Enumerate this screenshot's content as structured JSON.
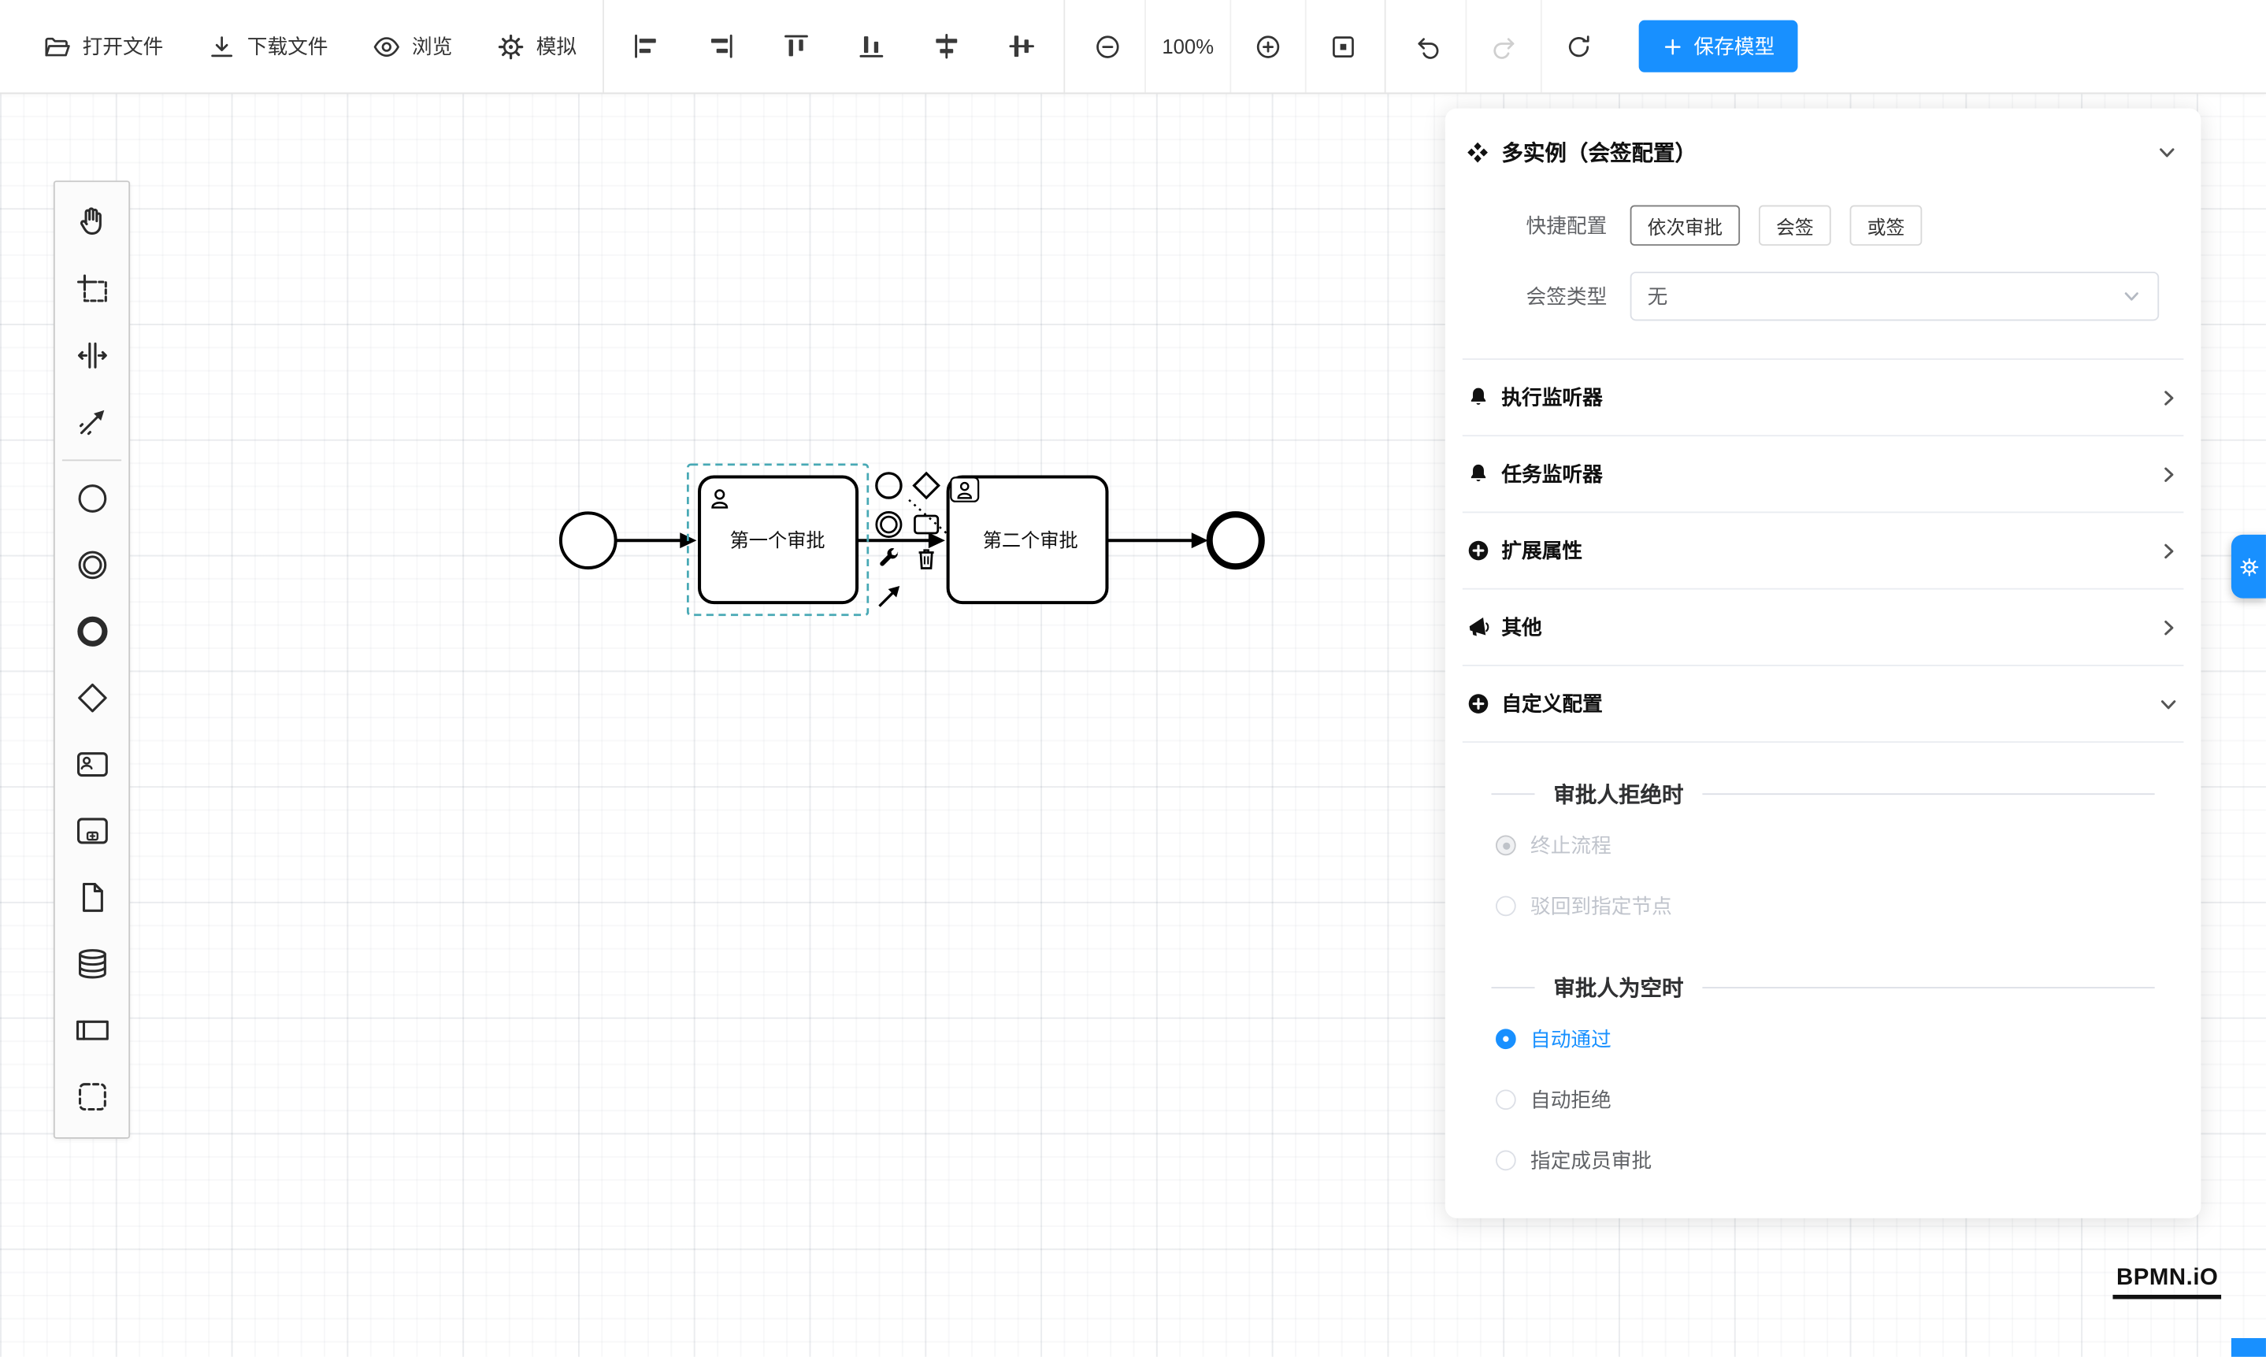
{
  "toolbar": {
    "open_file": "打开文件",
    "download_file": "下载文件",
    "preview": "浏览",
    "simulate": "模拟",
    "zoom_level": "100%",
    "save_model": "保存模型"
  },
  "palette": {
    "tools": [
      "hand-tool",
      "lasso-tool",
      "space-tool",
      "global-connect-tool"
    ],
    "elements": [
      "start-event",
      "intermediate-event",
      "end-event",
      "gateway",
      "user-task",
      "subprocess",
      "data-object",
      "data-store",
      "participant",
      "group"
    ]
  },
  "diagram": {
    "task1_label": "第一个审批",
    "task2_label": "第二个审批"
  },
  "panel": {
    "title": "多实例（会签配置）",
    "quick_config_label": "快捷配置",
    "quick_options": [
      {
        "label": "依次审批",
        "active": true
      },
      {
        "label": "会签",
        "active": false
      },
      {
        "label": "或签",
        "active": false
      }
    ],
    "sign_type_label": "会签类型",
    "sign_type_value": "无",
    "rows": [
      {
        "label": "执行监听器"
      },
      {
        "label": "任务监听器"
      },
      {
        "label": "扩展属性"
      },
      {
        "label": "其他"
      },
      {
        "label": "自定义配置"
      }
    ],
    "reject_section": {
      "title": "审批人拒绝时",
      "options": [
        {
          "label": "终止流程",
          "selected": true,
          "disabled": true
        },
        {
          "label": "驳回到指定节点",
          "selected": false,
          "disabled": true
        }
      ]
    },
    "empty_section": {
      "title": "审批人为空时",
      "options": [
        {
          "label": "自动通过",
          "selected": true
        },
        {
          "label": "自动拒绝",
          "selected": false
        },
        {
          "label": "指定成员审批",
          "selected": false
        }
      ]
    }
  },
  "logo": "BPMN.iO",
  "colors": {
    "primary": "#1890ff",
    "selection_outline": "#48a9b5",
    "disabled_text": "#c0c4cc",
    "diagram_stroke": "#000000"
  }
}
